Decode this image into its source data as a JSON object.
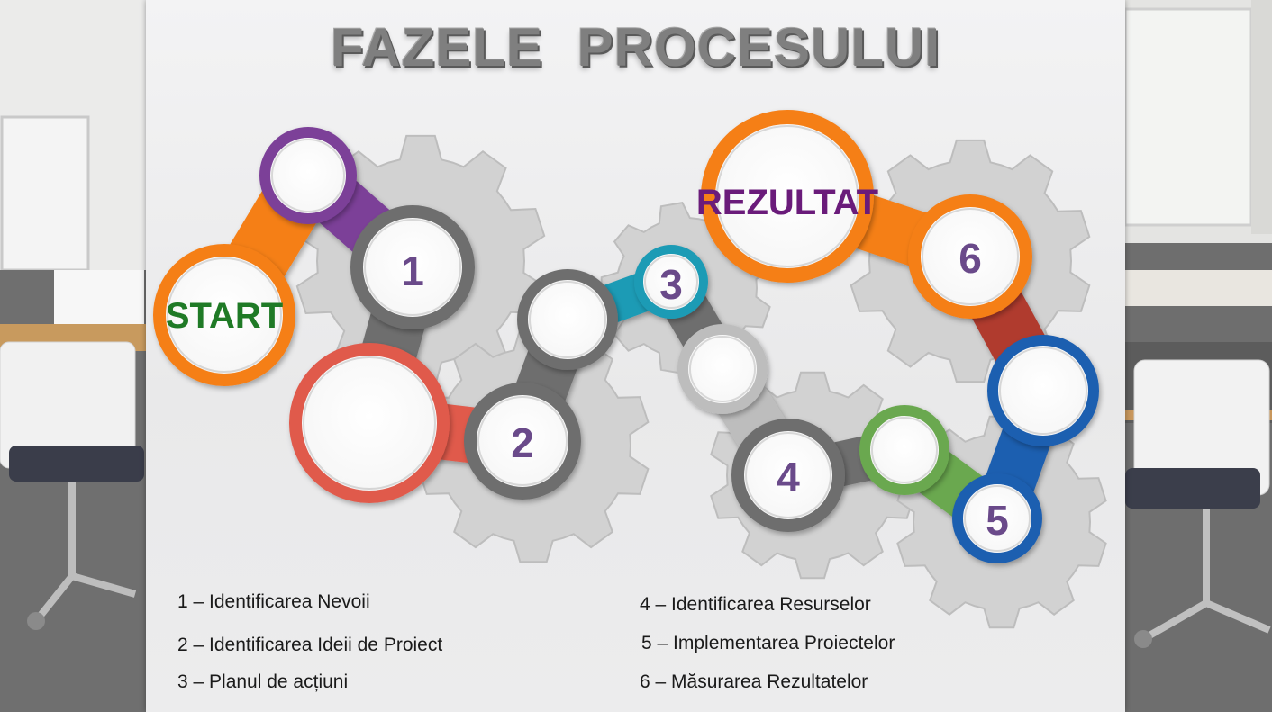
{
  "slide": {
    "title": "FAZELE   PROCESULUI"
  },
  "diagram": {
    "start_label": "START",
    "result_label": "REZULTAT",
    "steps": [
      "1",
      "2",
      "3",
      "4",
      "5",
      "6"
    ]
  },
  "legend": {
    "left": [
      "1 – Identificarea Nevoii",
      "2 – Identificarea Ideii de Proiect",
      "3 – Planul de acțiuni"
    ],
    "right": [
      "4 – Identificarea Resurselor",
      "5 – Implementarea Proiectelor",
      "6 – Măsurarea Rezultatelor"
    ]
  },
  "colors": {
    "orange": "#f57f17",
    "purple": "#7b3f98",
    "gray": "#6e6e6e",
    "coral": "#e05a4b",
    "teal": "#1f9bb5",
    "light_gray": "#bdbdbd",
    "green": "#6aa84f",
    "blue": "#1f5fb0",
    "dark_red": "#b03a2e",
    "start_text": "#1f7a26",
    "result_text": "#6a1b7a",
    "number_text": "#6a4a8a"
  }
}
